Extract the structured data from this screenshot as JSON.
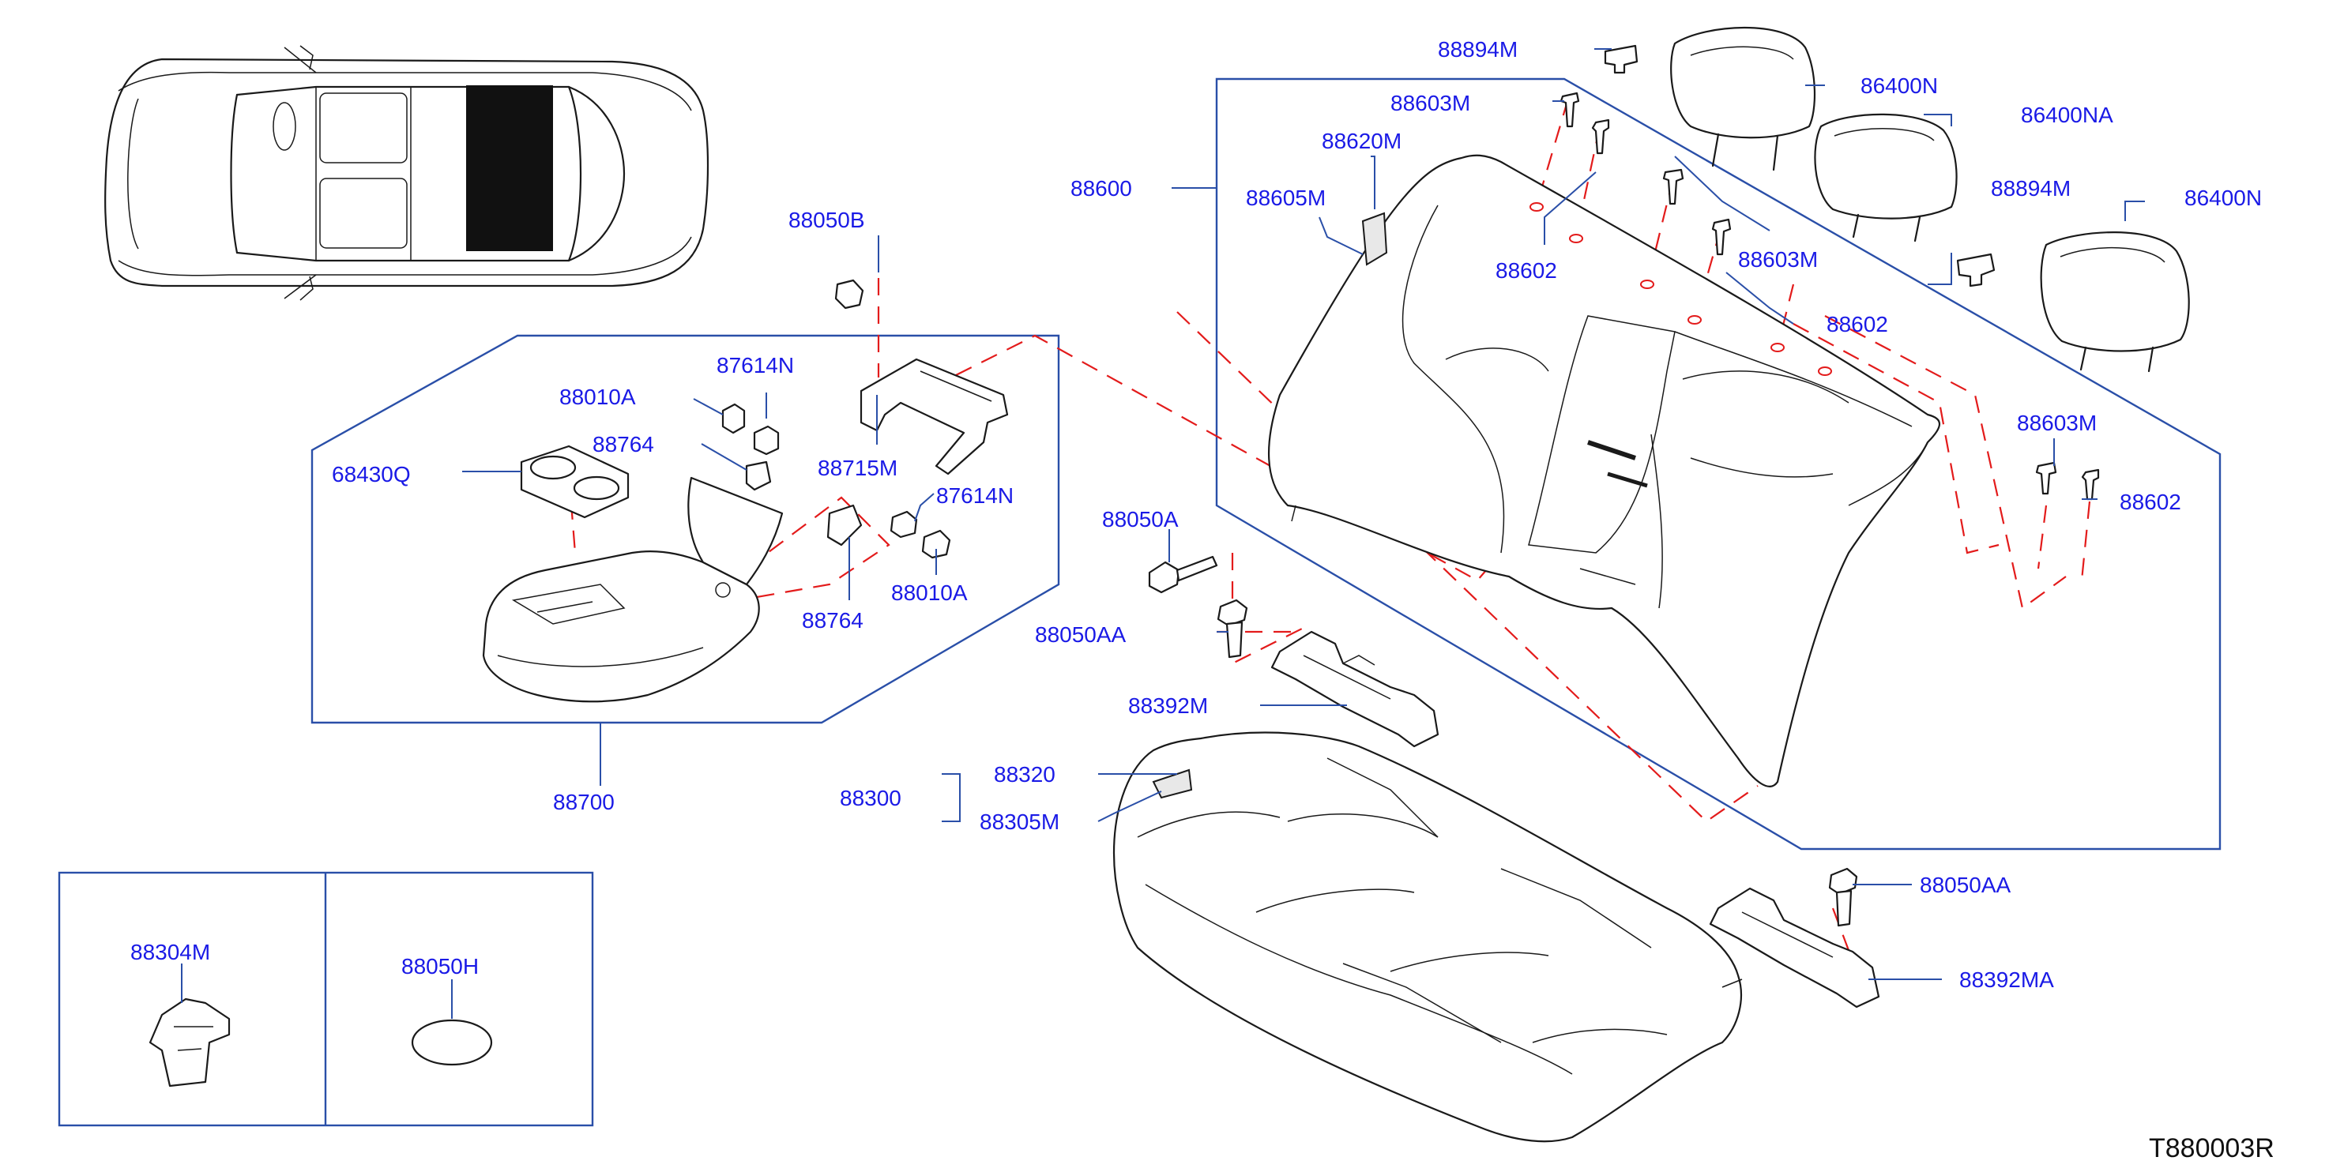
{
  "diagram_code": "T880003R",
  "accent_dash_color": "#e31b1b",
  "label_color": "#1a1ae6",
  "labels": {
    "l88894M_a": "88894M",
    "l86400N_a": "86400N",
    "l86400NA": "86400NA",
    "l88603M_a": "88603M",
    "l88620M": "88620M",
    "l88600": "88600",
    "l88605M": "88605M",
    "l88050B": "88050B",
    "l88894M_b": "88894M",
    "l86400N_b": "86400N",
    "l88602_a": "88602",
    "l88603M_b": "88603M",
    "l88602_b": "88602",
    "l87614N_a": "87614N",
    "l88010A_a": "88010A",
    "l88764_a": "88764",
    "l88715M": "88715M",
    "l68430Q": "68430Q",
    "l87614N_b": "87614N",
    "l88050A": "88050A",
    "l88603M_c": "88603M",
    "l88602_c": "88602",
    "l88764_b": "88764",
    "l88010A_b": "88010A",
    "l88050AA_a": "88050AA",
    "l88392M": "88392M",
    "l88320": "88320",
    "l88300": "88300",
    "l88305M": "88305M",
    "l88700": "88700",
    "l88050AA_b": "88050AA",
    "l88304M": "88304M",
    "l88050H": "88050H",
    "l88392MA": "88392MA"
  }
}
